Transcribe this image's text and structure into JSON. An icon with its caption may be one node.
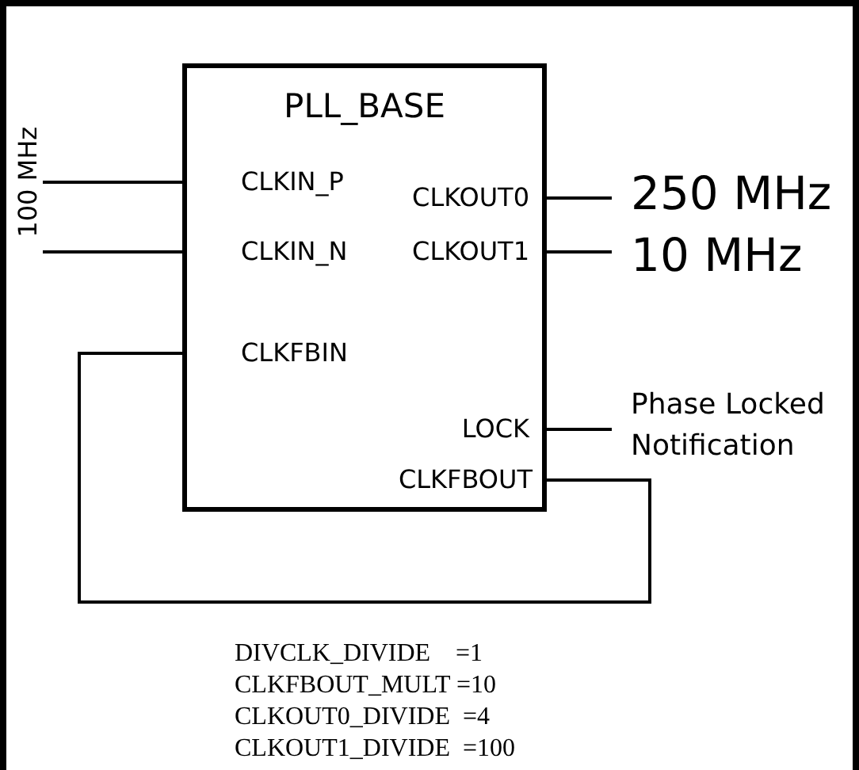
{
  "diagram": {
    "nodes": [
      {
        "text": [
          "PLL_BASE"
        ]
      },
      {
        "text": [
          "CLKIN_P"
        ],
        "in": 0
      },
      {
        "text": [
          "CLKIN_N"
        ],
        "in": 0
      },
      {
        "text": [
          "CLKFBIN"
        ],
        "in": 0
      },
      {
        "text": [
          "CLKOUT0"
        ],
        "in": 0
      },
      {
        "text": [
          "CLKOUT1"
        ],
        "in": 0
      },
      {
        "text": [
          "LOCK"
        ],
        "in": 0
      },
      {
        "text": [
          "CLKFBOUT"
        ],
        "in": 0
      },
      {
        "text": [
          "100 MHz"
        ]
      },
      {
        "text": [
          "250 MHz"
        ]
      },
      {
        "text": [
          "10 MHz"
        ]
      },
      {
        "text": [
          "Phase Locked Notification"
        ]
      }
    ],
    "edges": [
      {
        "from": 8,
        "to": 1,
        "arrow": "none"
      },
      {
        "from": 8,
        "to": 2,
        "arrow": "none"
      },
      {
        "from": 4,
        "to": 9,
        "arrow": "none"
      },
      {
        "from": 5,
        "to": 10,
        "arrow": "none"
      },
      {
        "from": 6,
        "to": 11,
        "arrow": "none"
      },
      {
        "from": 7,
        "to": 3,
        "arrow": "none"
      }
    ],
    "labels": [
      "DIVCLK_DIVIDE    =1",
      "CLKFBOUT_MULT =10",
      "CLKOUT0_DIVIDE  =4",
      "CLKOUT1_DIVIDE  =100"
    ]
  }
}
